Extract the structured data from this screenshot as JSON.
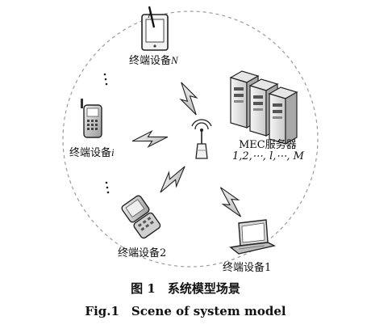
{
  "devices": {
    "device_n": {
      "prefix": "终端设备",
      "index": "N"
    },
    "device_i": {
      "prefix": "终端设备",
      "index": "i"
    },
    "device_2": {
      "prefix": "终端设备",
      "index": "2"
    },
    "device_1": {
      "prefix": "终端设备",
      "index": "1"
    }
  },
  "server": {
    "name": "MEC服务器",
    "indices": "1,2,⋯, l,⋯, M"
  },
  "caption": {
    "zh": "图 1　系统模型场景",
    "en": "Fig.1　Scene of system model"
  }
}
